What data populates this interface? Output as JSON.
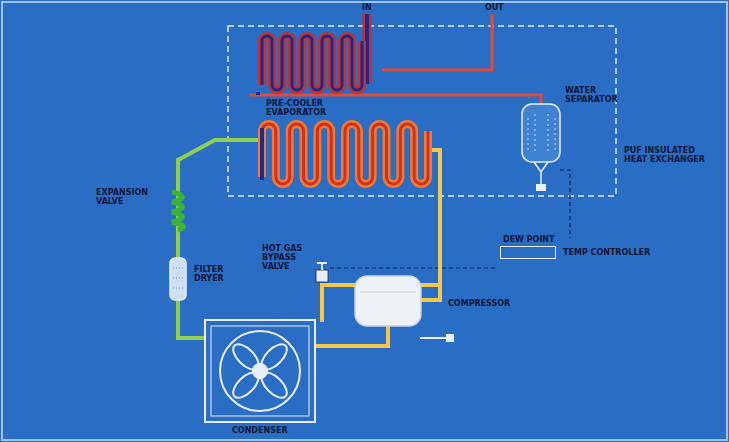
{
  "diagram": {
    "nodes": [
      {
        "text": [
          "DEW POINT",
          "TEMP CONTROLLER"
        ]
      }
    ],
    "labels": [
      "IN",
      "OUT",
      "PRE-COOLER",
      "EVAPORATOR",
      "WATER SEPARATOR",
      "PUF INSULATED HEAT EXCHANGER",
      "EXPANSION VALVE",
      "FILTER DRYER",
      "HOT GAS BYPASS VALVE",
      "COMPRESSOR",
      "CONDENSER"
    ]
  }
}
